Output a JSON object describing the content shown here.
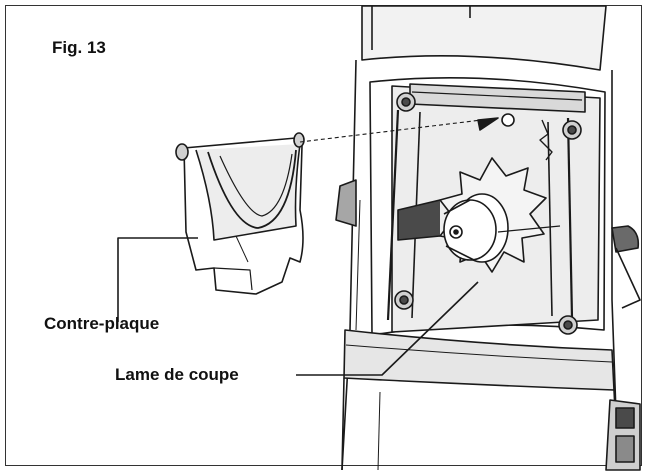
{
  "figure": {
    "title": "Fig. 13",
    "labels": {
      "counter_plate": "Contre-plaque",
      "cutting_blade": "Lame de coupe"
    }
  },
  "colors": {
    "line": "#1a1a1a",
    "shade_light": "#d9d9d9",
    "shade_mid": "#a6a6a6",
    "shade_dark": "#4a4a4a",
    "border": "#333333"
  }
}
